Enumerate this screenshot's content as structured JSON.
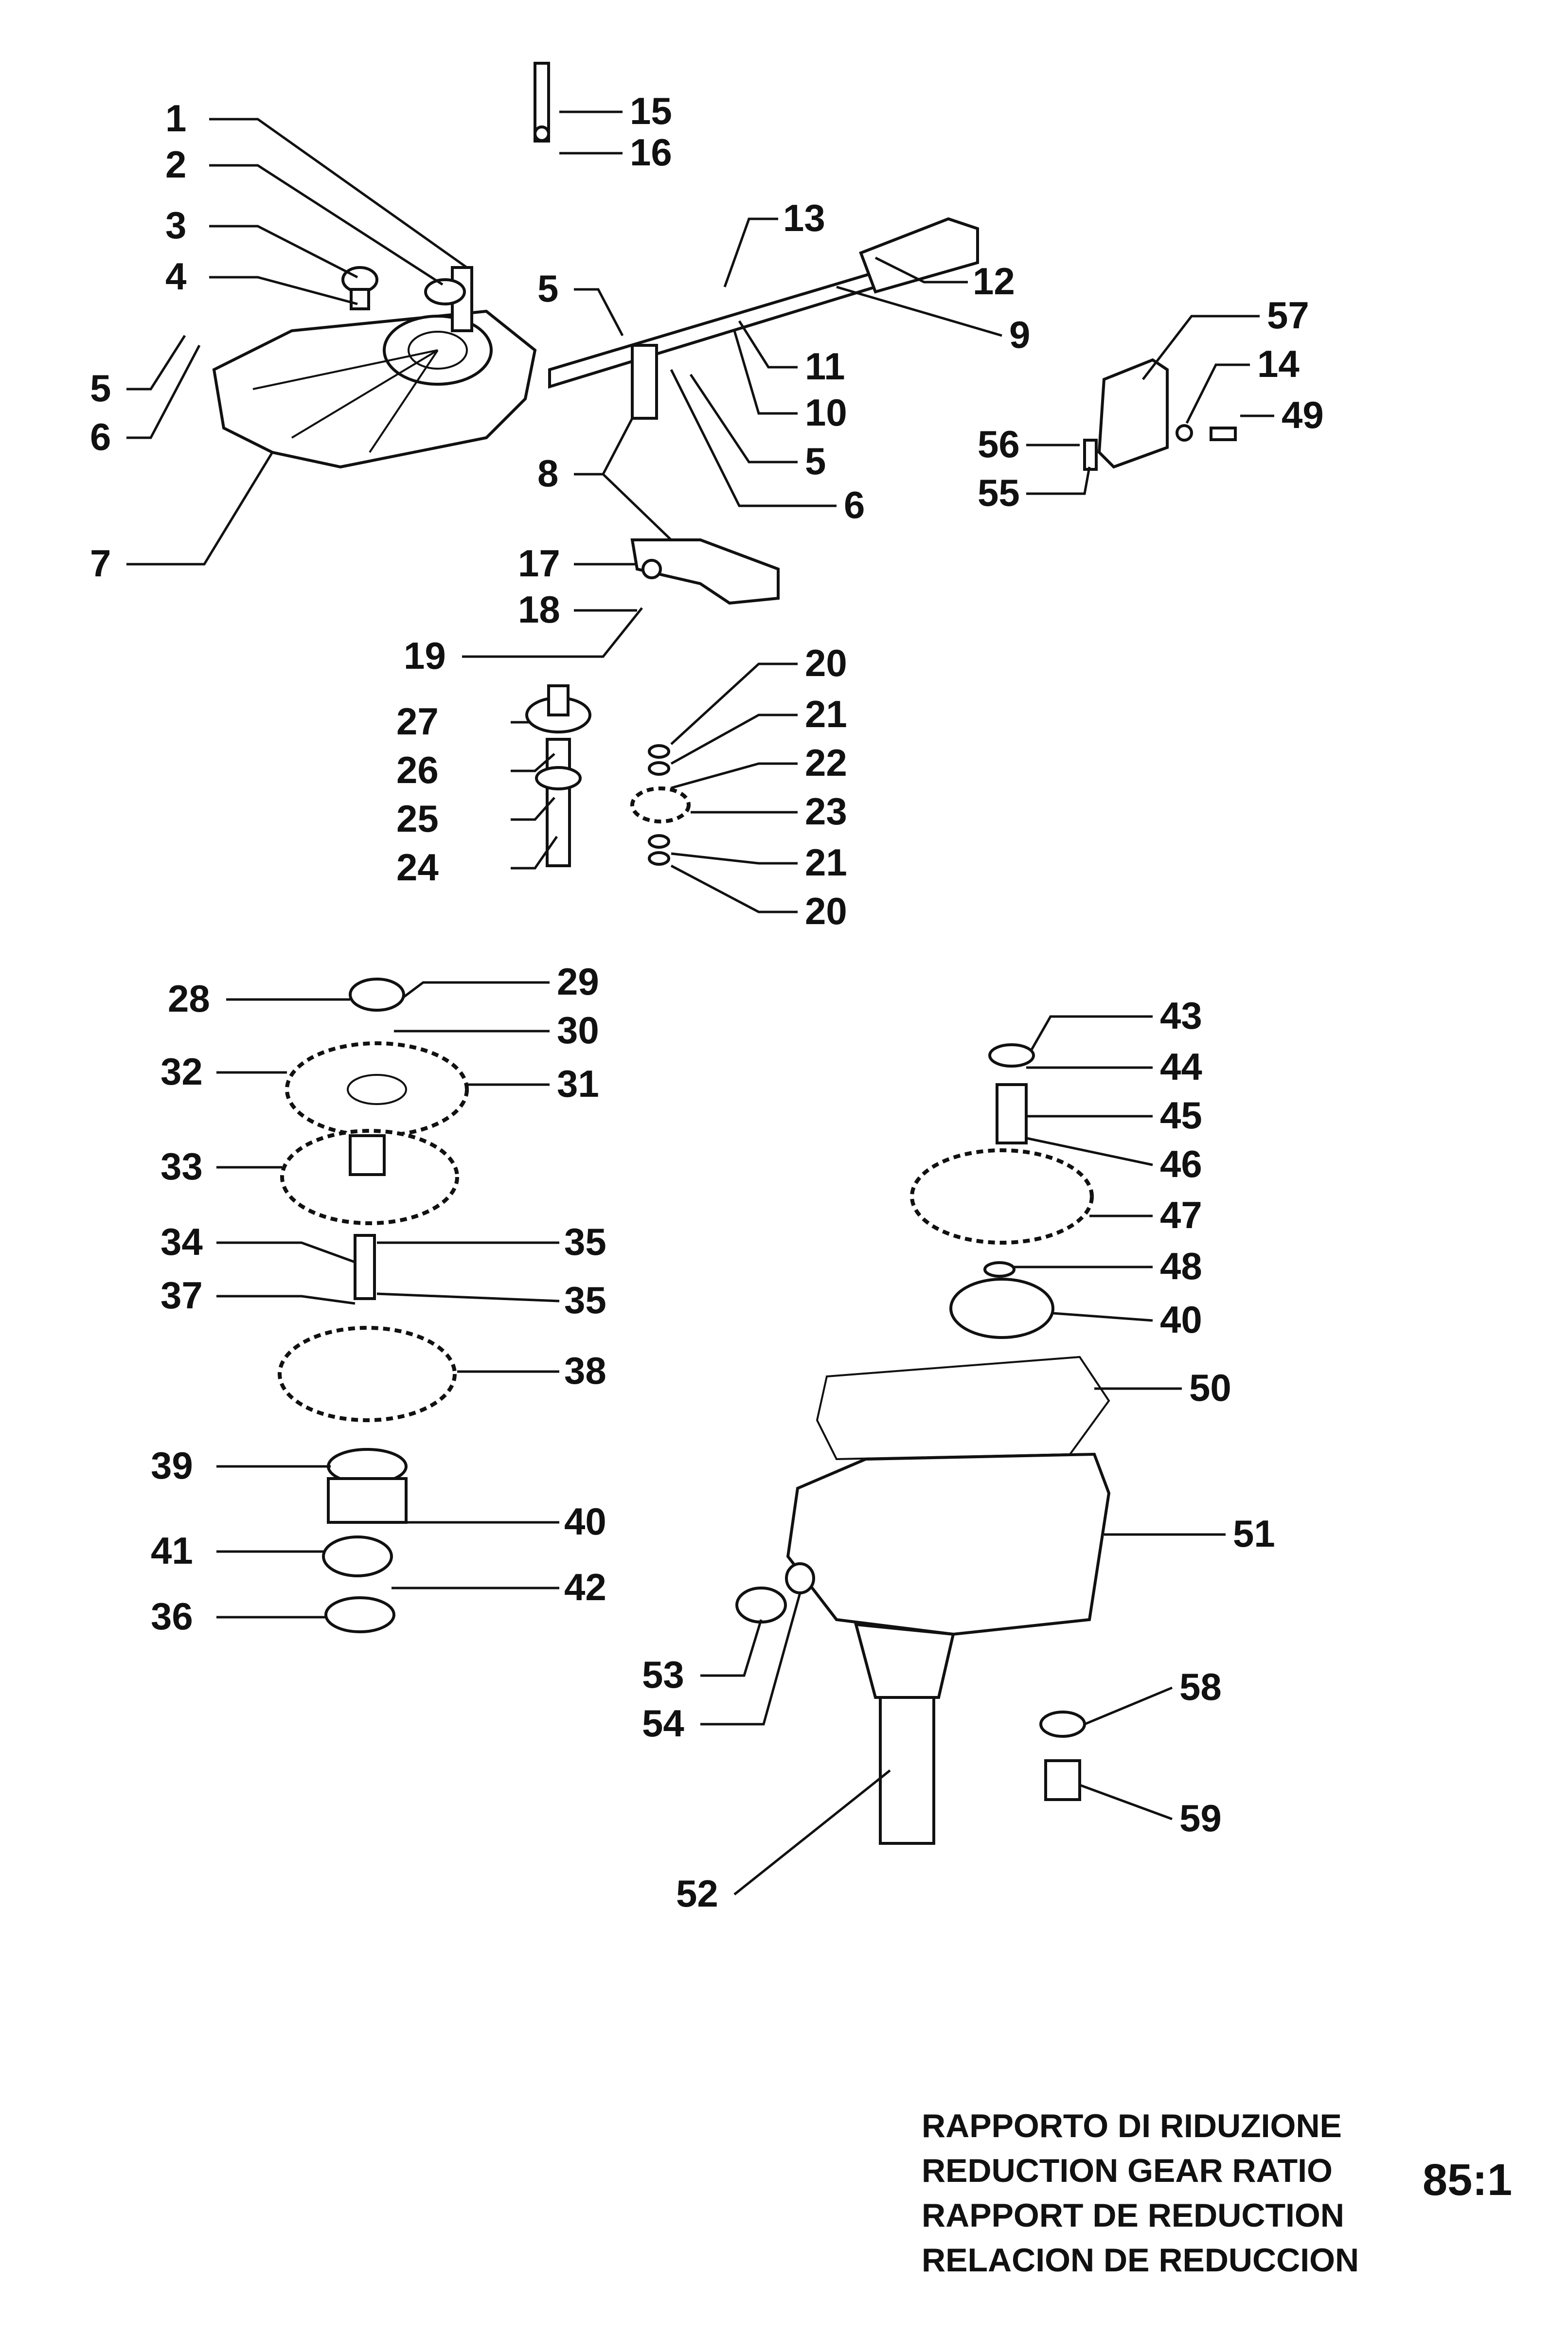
{
  "title_lines": [
    "RAPPORTO DI RIDUZIONE",
    "REDUCTION GEAR RATIO",
    "RAPPORT DE REDUCTION",
    "RELACION DE REDUCCION"
  ],
  "ratio": "85:1",
  "callouts": [
    "1",
    "2",
    "3",
    "4",
    "5",
    "6",
    "7",
    "15",
    "16",
    "13",
    "12",
    "9",
    "5",
    "11",
    "10",
    "5",
    "6",
    "8",
    "57",
    "14",
    "49",
    "56",
    "55",
    "17",
    "18",
    "19",
    "27",
    "26",
    "25",
    "24",
    "20",
    "21",
    "22",
    "23",
    "21",
    "20",
    "28",
    "29",
    "30",
    "32",
    "31",
    "33",
    "34",
    "35",
    "37",
    "35",
    "38",
    "39",
    "40",
    "41",
    "42",
    "36",
    "43",
    "44",
    "45",
    "46",
    "47",
    "48",
    "40",
    "50",
    "51",
    "53",
    "54",
    "52",
    "58",
    "59"
  ]
}
